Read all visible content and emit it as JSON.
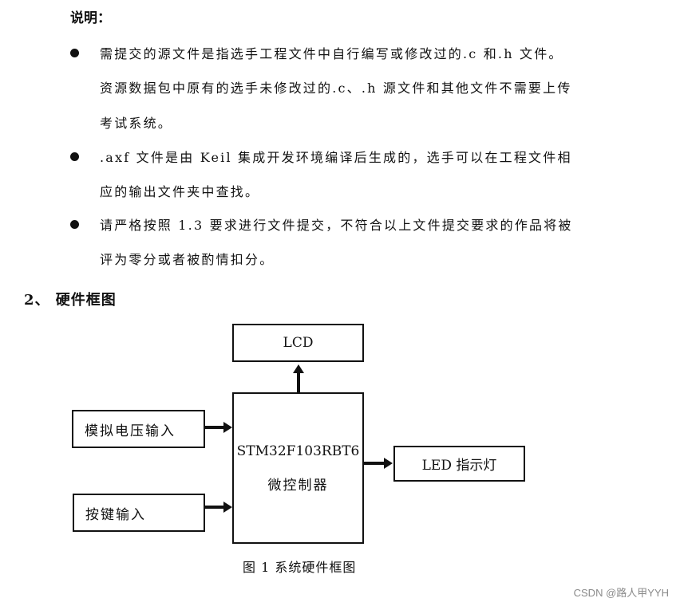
{
  "note": {
    "title": "说明：",
    "bullets": [
      {
        "lines": [
          "需提交的源文件是指选手工程文件中自行编写或修改过的.c 和.h 文件。",
          "资源数据包中原有的选手未修改过的.c、.h 源文件和其他文件不需要上传",
          "考试系统。"
        ]
      },
      {
        "lines": [
          ".axf 文件是由 Keil 集成开发环境编译后生成的，选手可以在工程文件相",
          "应的输出文件夹中查找。"
        ]
      },
      {
        "lines": [
          "请严格按照 1.3 要求进行文件提交，不符合以上文件提交要求的作品将被",
          "评为零分或者被酌情扣分。"
        ]
      }
    ]
  },
  "section": {
    "title": "2、 硬件框图"
  },
  "diagram": {
    "lcd": "LCD",
    "analog_input": "模拟电压输入",
    "key_input": "按键输入",
    "mcu_model": "STM32F103RBT6",
    "mcu_label": "微控制器",
    "led": "LED 指示灯",
    "caption": "图 1  系统硬件框图"
  },
  "watermark": "CSDN @路人甲YYH"
}
